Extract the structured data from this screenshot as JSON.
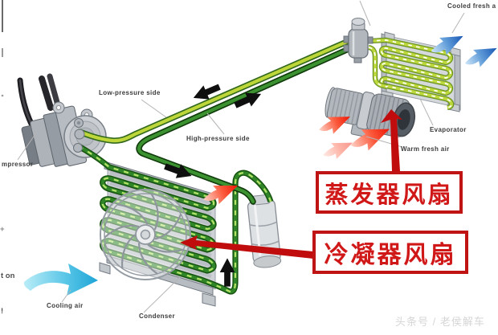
{
  "diagram_title": "car air-conditioning refrigeration circuit",
  "labels": {
    "compressor": "mpressor",
    "low_pressure_side": "Low-pressure side",
    "high_pressure_side": "High-pressure side",
    "cooled_fresh_air": "Cooled fresh a",
    "evaporator": "Evaporator",
    "warm_fresh_air": "Warm fresh air",
    "cooling_air": "Cooling air",
    "condenser": "Condenser"
  },
  "fragments": {
    "left_1": "+",
    "left_2": "t on",
    "left_3": "!"
  },
  "callouts": {
    "evaporator_fan": "蒸发器风扇",
    "condenser_fan": "冷凝器风扇"
  },
  "watermark": "头条号 / 老侯解车",
  "colors": {
    "callout_red": "#c01414",
    "annotation_arrow_red": "#c00c0c",
    "pipe_light_green": "#bdd63a",
    "pipe_dark_green": "#3c9130",
    "warm_air_red": "#ee1505",
    "cooled_air_blue": "#1856b4",
    "cooling_air_cyan": "#1ea4d6"
  }
}
